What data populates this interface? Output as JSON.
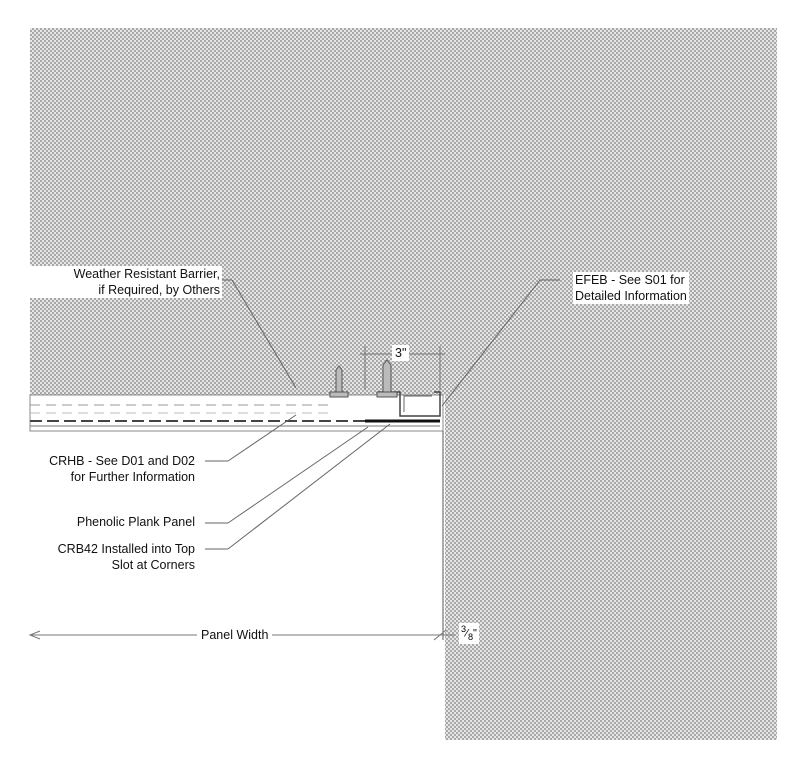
{
  "labels": {
    "wrb_1": "Weather Resistant Barrier,",
    "wrb_2": "if Required, by Others",
    "efeb_1": "EFEB - See S01 for",
    "efeb_2": "Detailed Information",
    "crhb_1": "CRHB - See D01 and D02",
    "crhb_2": "for Further Information",
    "phenolic": "Phenolic Plank Panel",
    "crb42_1": "CRB42 Installed into Top",
    "crb42_2": "Slot at Corners",
    "panel_width": "Panel Width",
    "dim_3in": "3\"",
    "dim_frac_num": "3",
    "dim_frac_den": "8",
    "dim_frac_unit": "\""
  },
  "colors": {
    "hatch": "#9a9a9a",
    "line": "#222222"
  }
}
